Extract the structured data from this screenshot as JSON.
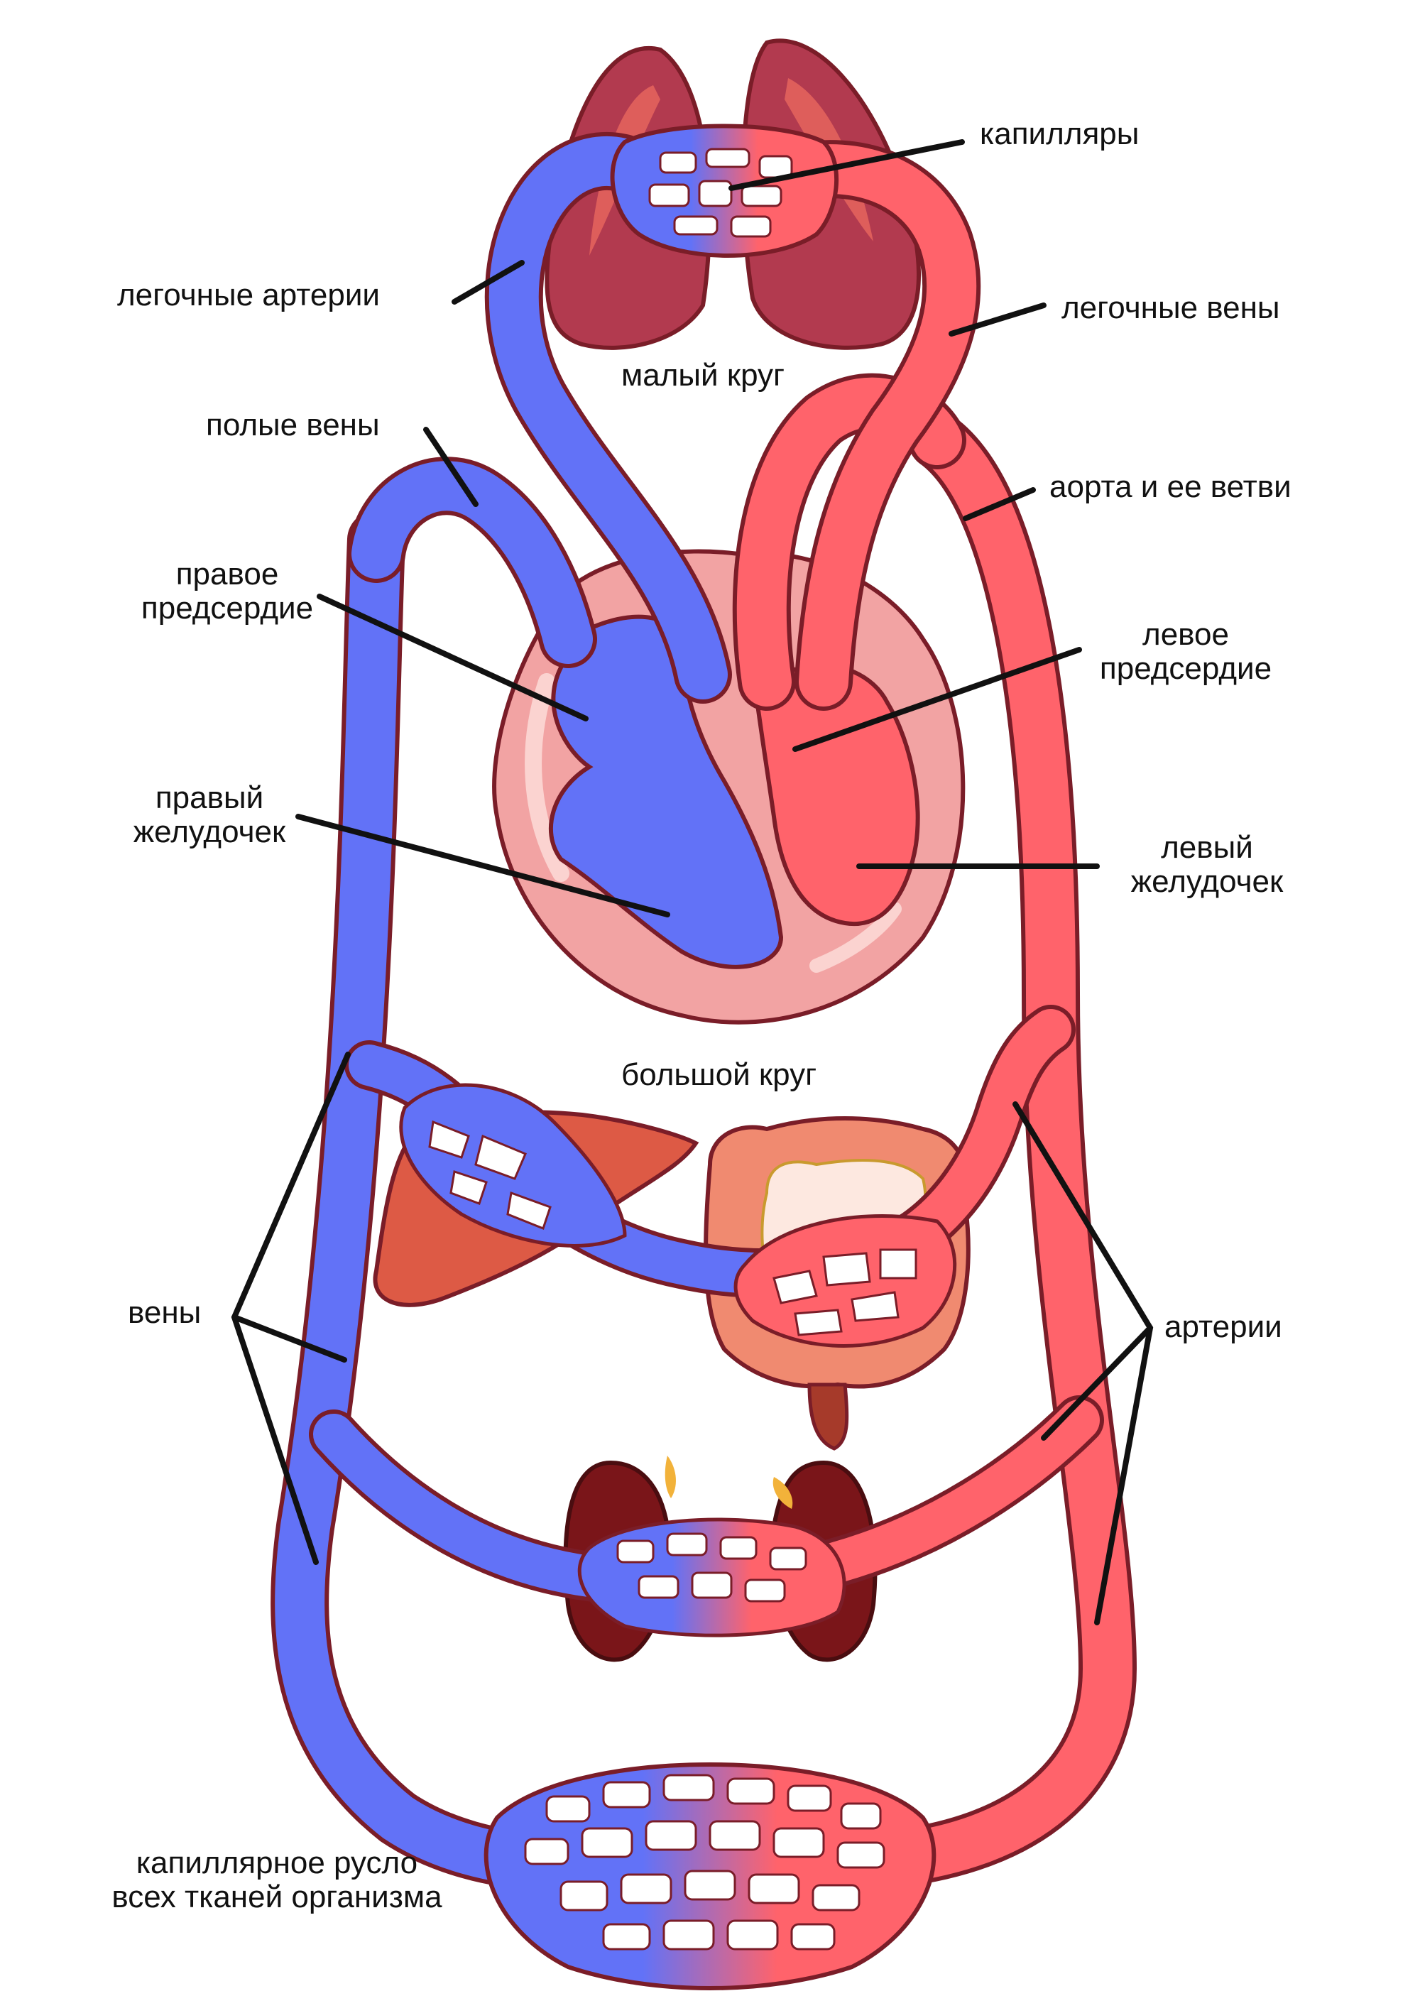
{
  "colors": {
    "venous": "#6272f7",
    "arterial": "#ff636b",
    "outline": "#7a1d28",
    "lung": "#b23a4f",
    "heart": "#f2a3a3",
    "liver": "#dd5a45",
    "kidney": "#7a1519",
    "intestine": "#f08a70"
  },
  "labels": {
    "capillaries": "капилляры",
    "pulmonary_arteries": "легочные артерии",
    "pulmonary_veins": "легочные вены",
    "small_circle": "малый круг",
    "vena_cava": "полые вены",
    "aorta": "аорта и ее ветви",
    "right_atrium_1": "правое",
    "right_atrium_2": "предсердие",
    "left_atrium_1": "левое",
    "left_atrium_2": "предсердие",
    "right_ventricle_1": "правый",
    "right_ventricle_2": "желудочек",
    "left_ventricle_1": "левый",
    "left_ventricle_2": "желудочек",
    "big_circle": "большой круг",
    "veins": "вены",
    "arteries": "артерии",
    "capillary_bed_1": "капиллярное русло",
    "capillary_bed_2": "всех тканей организма"
  }
}
